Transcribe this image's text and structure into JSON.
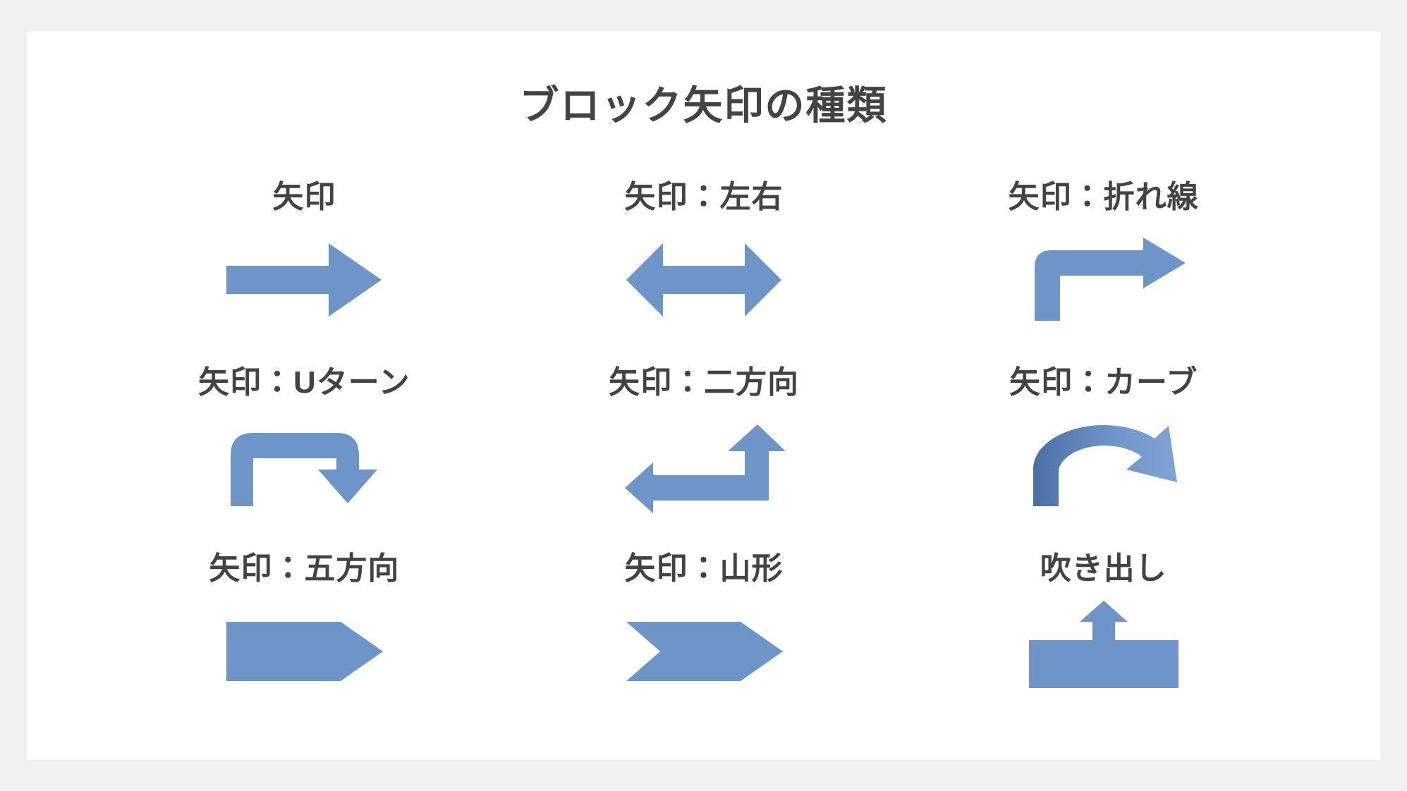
{
  "slide": {
    "title": "ブロック矢印の種類",
    "background_color": "#f1f1f1",
    "canvas_color": "#ffffff",
    "title_color": "#434343",
    "shape_color": "#6e95c8",
    "shape_color_dark": "#4a6fa5"
  },
  "items": [
    {
      "label": "矢印",
      "shape": "arrow-right"
    },
    {
      "label": "矢印：左右",
      "shape": "arrow-left-right"
    },
    {
      "label": "矢印：折れ線",
      "shape": "arrow-bent"
    },
    {
      "label": "矢印：Uターン",
      "shape": "arrow-u-turn"
    },
    {
      "label": "矢印：二方向",
      "shape": "arrow-bent-double"
    },
    {
      "label": "矢印：カーブ",
      "shape": "arrow-curved"
    },
    {
      "label": "矢印：五方向",
      "shape": "arrow-pentagon"
    },
    {
      "label": "矢印：山形",
      "shape": "arrow-chevron"
    },
    {
      "label": "吹き出し",
      "shape": "arrow-callout-up"
    }
  ]
}
